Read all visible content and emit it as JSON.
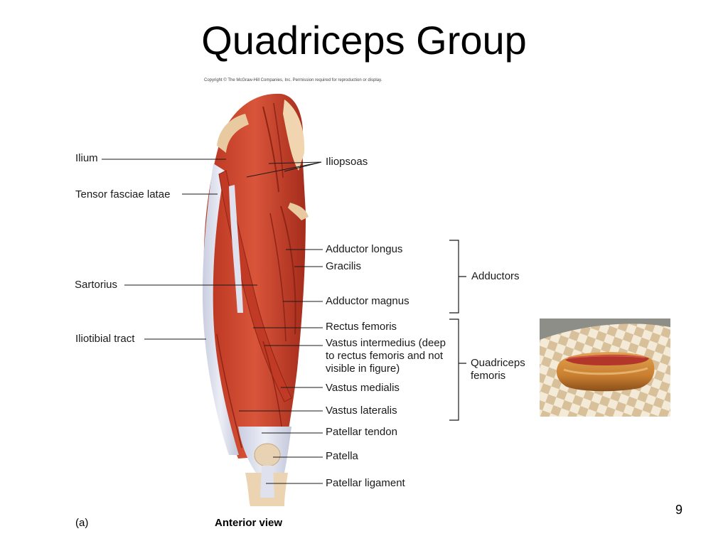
{
  "slide": {
    "title": "Quadriceps Group",
    "copyright": "Copyright © The McGraw-Hill Companies, Inc. Permission required for reproduction or display.",
    "page_number": "9"
  },
  "figure": {
    "panel_label": "(a)",
    "view_label": "Anterior view",
    "left_labels": {
      "ilium": "Ilium",
      "tensor": "Tensor fasciae latae",
      "sartorius": "Sartorius",
      "iliotibial": "Iliotibial tract"
    },
    "right_labels": {
      "iliopsoas": "Iliopsoas",
      "adductor_longus": "Adductor longus",
      "gracilis": "Gracilis",
      "adductor_magnus": "Adductor magnus",
      "rectus_femoris": "Rectus femoris",
      "vastus_intermedius": "Vastus intermedius (deep to rectus femoris and not visible in figure)",
      "vastus_medialis": "Vastus medialis",
      "vastus_lateralis": "Vastus lateralis",
      "patellar_tendon": "Patellar tendon",
      "patella": "Patella",
      "patellar_ligament": "Patellar ligament"
    },
    "groups": {
      "adductors": "Adductors",
      "quadriceps": "Quadriceps femoris"
    }
  },
  "colors": {
    "muscle": "#c8432c",
    "muscle_dark": "#9e2a1a",
    "tendon": "#d9dbe8",
    "bone": "#e8c9a0",
    "leader_line": "#1a1a1a"
  }
}
